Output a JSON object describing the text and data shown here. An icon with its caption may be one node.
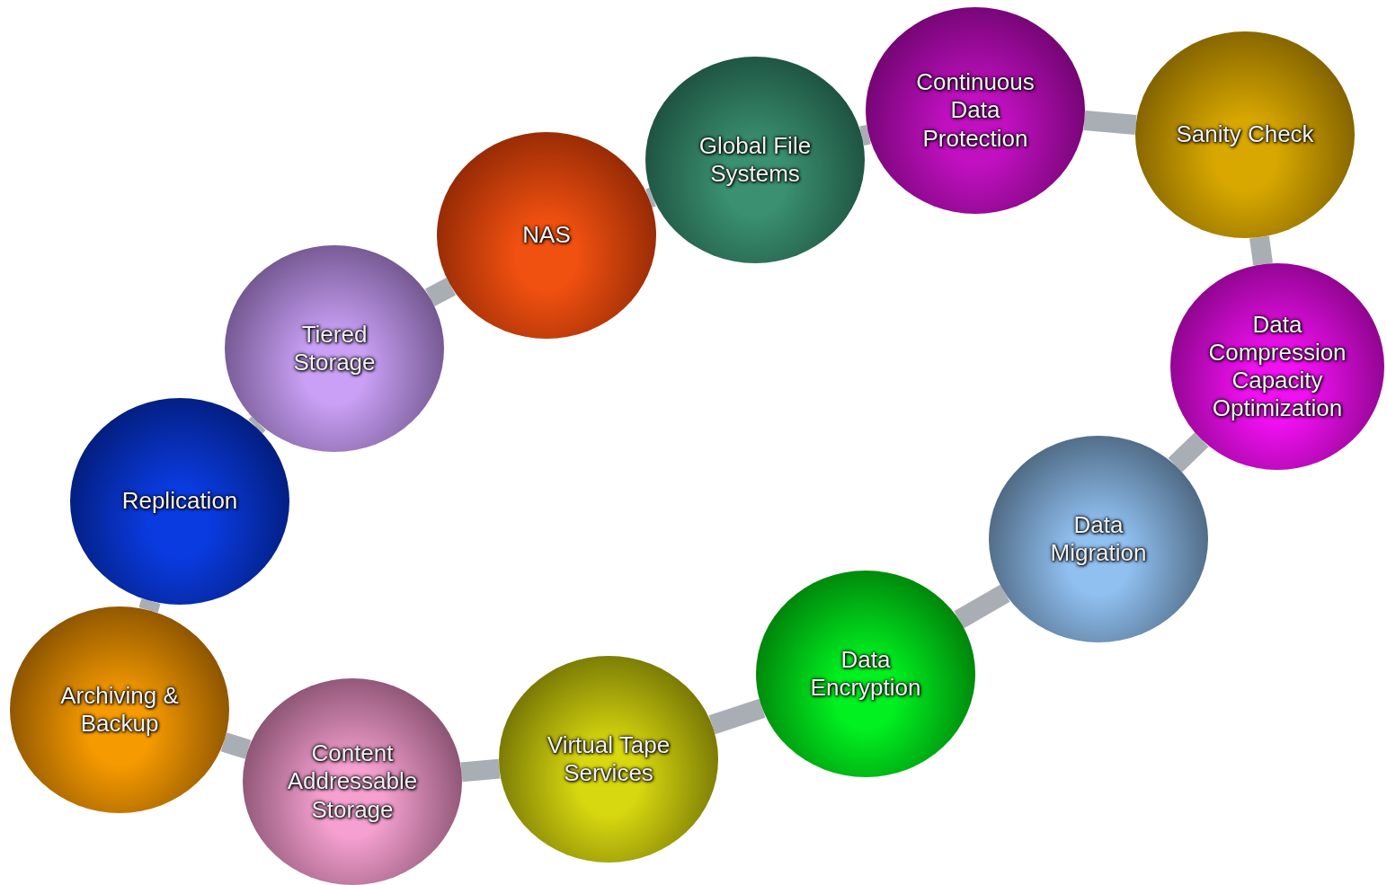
{
  "diagram": {
    "nodes": [
      {
        "text": [
          "Archiving & Backup"
        ]
      },
      {
        "text": [
          "Replication"
        ]
      },
      {
        "text": [
          "Tiered Storage"
        ]
      },
      {
        "text": [
          "NAS"
        ]
      },
      {
        "text": [
          "Global File Systems"
        ]
      },
      {
        "text": [
          "Continuous Data Protection"
        ]
      },
      {
        "text": [
          "Sanity Check"
        ]
      },
      {
        "text": [
          "Data Compression Capacity Optimization"
        ]
      },
      {
        "text": [
          "Data Migration"
        ]
      },
      {
        "text": [
          "Data Encryption"
        ]
      },
      {
        "text": [
          "Virtual Tape Services"
        ]
      },
      {
        "text": [
          "Content Addressable Storage"
        ]
      }
    ],
    "edges": [
      {
        "from": 0,
        "to": 1,
        "arrow": "none"
      },
      {
        "from": 1,
        "to": 2,
        "arrow": "none"
      },
      {
        "from": 2,
        "to": 3,
        "arrow": "none"
      },
      {
        "from": 3,
        "to": 4,
        "arrow": "none"
      },
      {
        "from": 4,
        "to": 5,
        "arrow": "none"
      },
      {
        "from": 5,
        "to": 6,
        "arrow": "none"
      },
      {
        "from": 6,
        "to": 7,
        "arrow": "none"
      },
      {
        "from": 7,
        "to": 8,
        "arrow": "none"
      },
      {
        "from": 8,
        "to": 9,
        "arrow": "none"
      },
      {
        "from": 9,
        "to": 10,
        "arrow": "none"
      },
      {
        "from": 10,
        "to": 11,
        "arrow": "none"
      },
      {
        "from": 11,
        "to": 0,
        "arrow": "none"
      }
    ]
  }
}
